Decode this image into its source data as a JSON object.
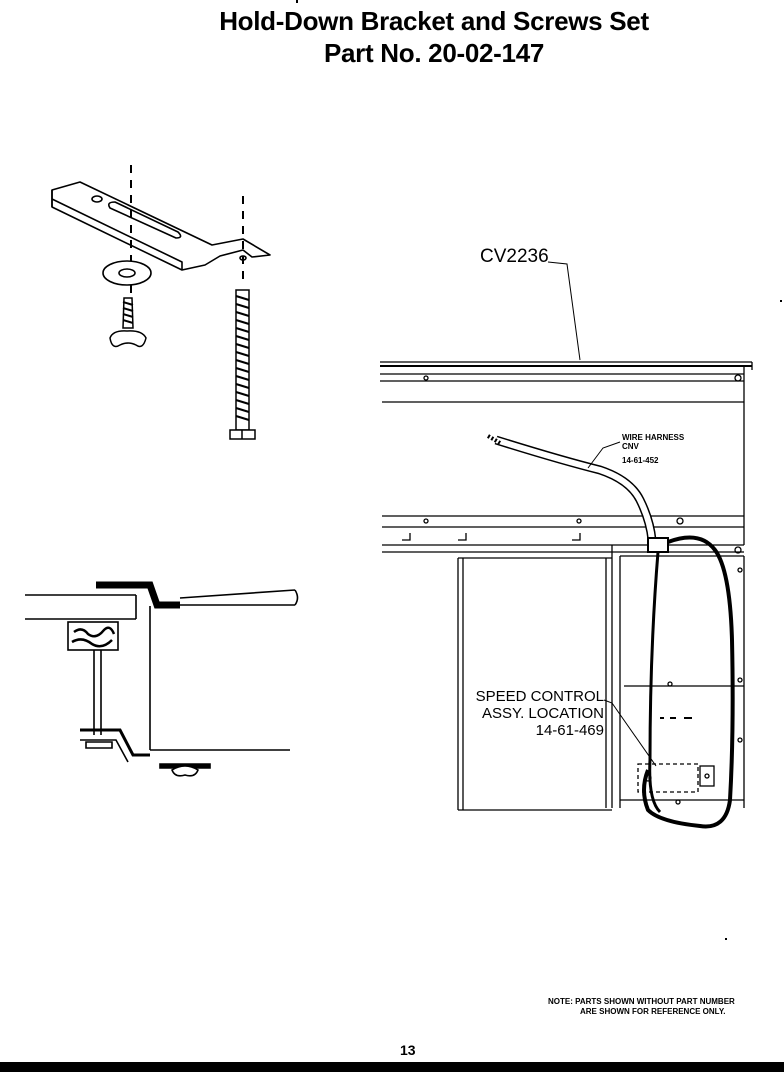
{
  "title": {
    "line1": "Hold-Down Bracket and Screws Set",
    "line2": "Part No. 20-02-147"
  },
  "model_label": "CV2236",
  "wire_harness": {
    "line1": "WIRE HARNESS",
    "line2": "CNV",
    "part_no": "14-61-452"
  },
  "speed_control": {
    "line1": "SPEED CONTROL",
    "line2": "ASSY. LOCATION",
    "part_no": "14-61-469"
  },
  "note": {
    "line1": "NOTE: PARTS SHOWN WITHOUT PART NUMBER",
    "line2": "ARE SHOWN FOR REFERENCE ONLY."
  },
  "page_number": "13"
}
